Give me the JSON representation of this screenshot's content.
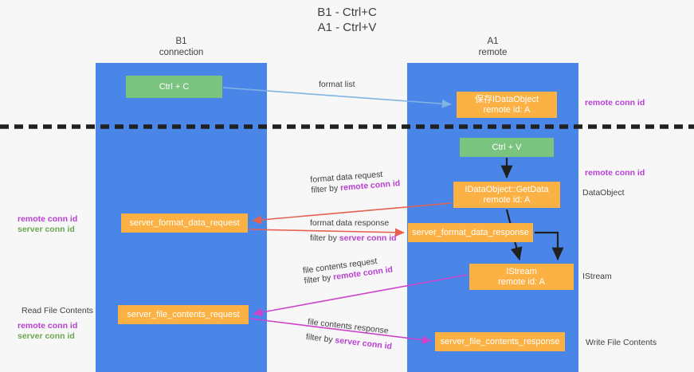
{
  "title": {
    "line1": "B1 - Ctrl+C",
    "line2": "A1 - Ctrl+V"
  },
  "lanes": [
    {
      "id": "b1",
      "name": "B1",
      "sub": "connection",
      "color": "#4a86e8"
    },
    {
      "id": "a1",
      "name": "A1",
      "sub": "remote",
      "color": "#4a86e8"
    }
  ],
  "boxes": {
    "ctrl_c": {
      "line1": "Ctrl + C",
      "line2": "",
      "color": "#7bc47f"
    },
    "save_ido": {
      "line1": "保存IDataObject",
      "line2": "remote id: A",
      "color": "#fbb143"
    },
    "ctrl_v": {
      "line1": "Ctrl + V",
      "line2": "",
      "color": "#7bc47f"
    },
    "getdata": {
      "line1": "IDataObject::GetData",
      "line2": "remote id: A",
      "color": "#fbb143"
    },
    "sfd_req": {
      "line1": "server_format_data_request",
      "line2": "",
      "color": "#fbb143"
    },
    "sfd_resp": {
      "line1": "server_format_data_response",
      "line2": "",
      "color": "#fbb143"
    },
    "istream": {
      "line1": "IStream",
      "line2": "remote id: A",
      "color": "#fbb143"
    },
    "sfc_req": {
      "line1": "server_file_contents_request",
      "line2": "",
      "color": "#fbb143"
    },
    "sfc_resp": {
      "line1": "server_file_contents_response",
      "line2": "",
      "color": "#fbb143"
    }
  },
  "edge_labels": {
    "format_list": "format list",
    "format_data_request": "format data request",
    "format_data_request_filter_prefix": "filter by ",
    "format_data_request_filter_key": "remote conn id",
    "format_data_response": "format data response",
    "format_data_response_filter_prefix": "filter by ",
    "format_data_response_filter_key": "server conn id",
    "file_contents_request": "file contents request",
    "file_contents_request_filter_prefix": "filter by ",
    "file_contents_request_filter_key": "remote conn id",
    "file_contents_response": "file contents response",
    "file_contents_response_filter_prefix": "filter by ",
    "file_contents_response_filter_key": "server conn id"
  },
  "side_labels": {
    "right_remote_conn_id_top": "remote conn id",
    "right_remote_conn_id_mid": "remote conn id",
    "right_dataobject": "DataObject",
    "right_istream": "IStream",
    "right_write_file_contents": "Write File Contents",
    "left_remote_conn_id": "remote conn id",
    "left_server_conn_id": "server conn id",
    "left_read_file_contents": "Read File Contents",
    "left_remote_conn_id_2": "remote conn id",
    "left_server_conn_id_2": "server conn id"
  },
  "colors": {
    "lane": "#4a86e8",
    "green_box": "#7bc47f",
    "orange_box": "#fbb143",
    "arrow_blue": "#7fb3e3",
    "arrow_red": "#e8604f",
    "arrow_magenta": "#cc44cc",
    "arrow_black": "#202020",
    "highlight_purple": "#b83fd1",
    "highlight_green": "#6aa84f",
    "background": "#f7f7f7"
  }
}
